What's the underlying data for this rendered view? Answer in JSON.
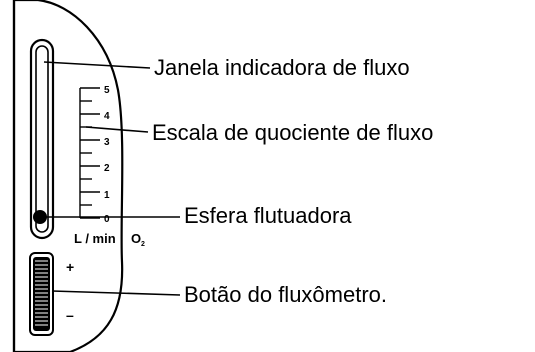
{
  "callouts": {
    "flow_window": "Janela indicadora de fluxo",
    "flow_scale": "Escala de quociente de fluxo",
    "float_ball": "Esfera flutuadora",
    "flowmeter_knob": "Botão do fluxômetro."
  },
  "scale": {
    "tick_labels": [
      "0",
      "1",
      "2",
      "3",
      "4",
      "5"
    ],
    "unit_main": "L / min",
    "unit_gas": "O",
    "unit_subscript": "2"
  },
  "knob": {
    "plus": "+",
    "minus": "–"
  }
}
